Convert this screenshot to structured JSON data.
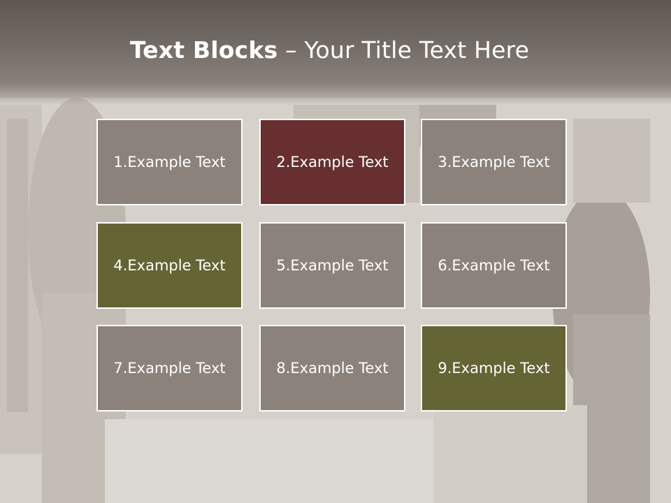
{
  "title": {
    "bold": "Text Blocks",
    "separator": " – ",
    "rest": "Your Title Text Here"
  },
  "colors": {
    "neutral": "#8b827b",
    "maroon": "#672f30",
    "olive": "#646434",
    "border": "#ffffff"
  },
  "blocks": [
    {
      "label": "1.Example Text",
      "color": "neutral"
    },
    {
      "label": "2.Example Text",
      "color": "maroon"
    },
    {
      "label": "3.Example Text",
      "color": "neutral"
    },
    {
      "label": "4.Example Text",
      "color": "olive"
    },
    {
      "label": "5.Example Text",
      "color": "neutral"
    },
    {
      "label": "6.Example Text",
      "color": "neutral"
    },
    {
      "label": "7.Example Text",
      "color": "neutral"
    },
    {
      "label": "8.Example Text",
      "color": "neutral"
    },
    {
      "label": "9.Example Text",
      "color": "olive"
    }
  ]
}
